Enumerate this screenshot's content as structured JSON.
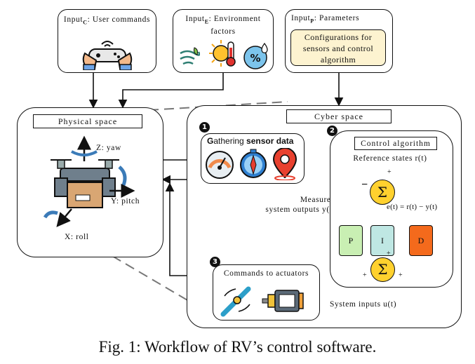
{
  "inputs": {
    "user": {
      "prefix": "Input",
      "sub": "C",
      "text": ": User commands"
    },
    "env": {
      "prefix": "Input",
      "sub": "E",
      "text": ": Environment factors"
    },
    "params": {
      "prefix": "Input",
      "sub": "P",
      "text": ": Parameters",
      "config": "Configurations for sensors and control algorithm"
    }
  },
  "physical": {
    "title": "Physical space",
    "axis_z": "Z: yaw",
    "axis_y": "Y: pitch",
    "axis_x": "X: roll"
  },
  "cyber": {
    "title": "Cyber space",
    "sensor": {
      "step": "1",
      "title_lead": "G",
      "title_rest": "athering ",
      "title_bold": "sensor data"
    },
    "measured": "Measured\nsystem outputs y(t)",
    "control": {
      "step": "2",
      "title": "Control algorithm",
      "reference": "Reference states r(t)",
      "error": "e(t) = r(t) − y(t)",
      "p": "P",
      "i": "I",
      "d": "D",
      "sum": "Σ",
      "plus": "+",
      "minus": "−"
    },
    "actuators": {
      "step": "3",
      "title": "Commands to actuators"
    },
    "system_inputs": "System inputs u(t)"
  },
  "colors": {
    "config_fill": "#fdf3d0",
    "p_fill": "#c9efb3",
    "i_fill": "#bfe7e3",
    "d_fill": "#f46a1c",
    "sum_fill": "#ffd12e"
  },
  "caption": "Fig. 1: Workflow of RV’s control software."
}
